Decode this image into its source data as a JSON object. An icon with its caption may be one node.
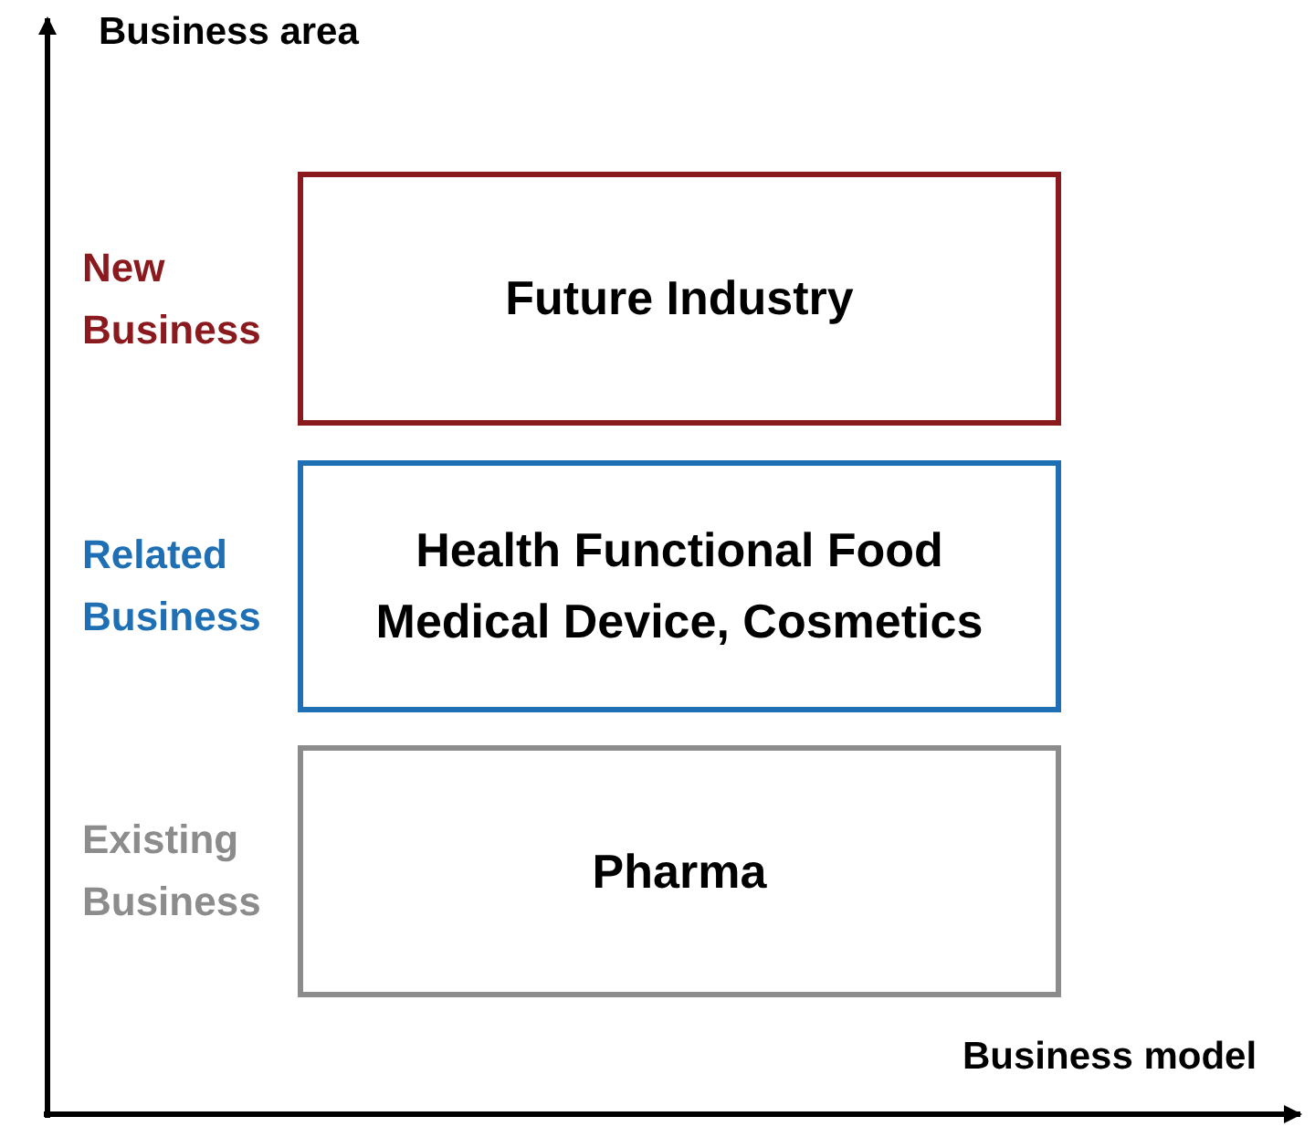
{
  "diagram": {
    "nodes": [
      {
        "text": [
          "Future Industry"
        ],
        "beside": [
          "New Business"
        ]
      },
      {
        "text": [
          "Health Functional Food Medical Device, Cosmetics"
        ],
        "beside": [
          "Related Business"
        ]
      },
      {
        "text": [
          "Pharma"
        ],
        "beside": [
          "Existing Business"
        ]
      }
    ],
    "labels": [
      "Business area",
      "Business model"
    ]
  }
}
